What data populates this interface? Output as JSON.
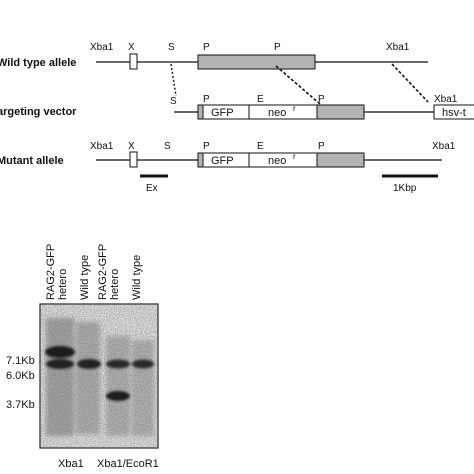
{
  "rows": {
    "wild_type": "Wild type allele",
    "targeting": "argeting vector",
    "mutant": "Mutant allele"
  },
  "sites": {
    "xba1": "Xba1",
    "x": "X",
    "s": "S",
    "p": "P",
    "e": "E"
  },
  "boxes": {
    "gfp": "GFP",
    "neo": "neo",
    "neo_sup": "r",
    "hsv": "hsv-t"
  },
  "scale": {
    "probe": "Ex",
    "bar": "1Kbp"
  },
  "blot": {
    "lanes": [
      "RAG2-GFP hetero",
      "Wild type",
      "RAG2-GFP hetero",
      "Wild type"
    ],
    "lane_lines": [
      [
        "RAG2-GFP",
        "hetero"
      ],
      [
        "Wild type"
      ],
      [
        "RAG2-GFP",
        "hetero"
      ],
      [
        "Wild type"
      ]
    ],
    "markers": [
      "7.1Kb",
      "6.0Kb",
      "3.7Kb"
    ],
    "digests": [
      "Xba1",
      "Xba1/EcoR1"
    ]
  }
}
